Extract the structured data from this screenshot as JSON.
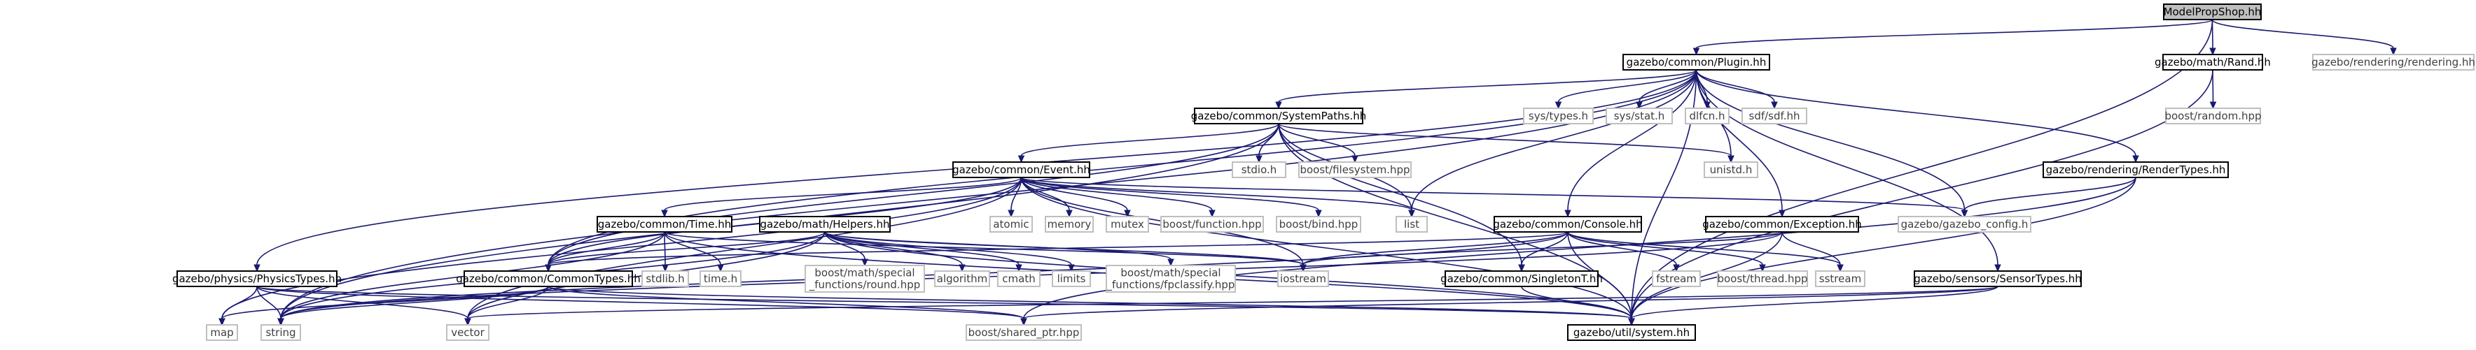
{
  "graph": {
    "title": "ModelPropShop.hh",
    "colors": {
      "edge": "#191970",
      "root_fill": "#bfbfbf",
      "local_border": "#000000",
      "system_border": "#bfbfbf",
      "local_text": "#000000",
      "system_text": "#404040"
    },
    "nodes": [
      {
        "id": "root",
        "label": "ModelPropShop.hh",
        "kind": "root"
      },
      {
        "id": "plugin",
        "label": "gazebo/common/Plugin.hh",
        "kind": "local"
      },
      {
        "id": "mathrand",
        "label": "gazebo/math/Rand.hh",
        "kind": "local"
      },
      {
        "id": "renderingh",
        "label": "gazebo/rendering/rendering.hh",
        "kind": "system"
      },
      {
        "id": "boostrandom",
        "label": "boost/random.hpp",
        "kind": "system"
      },
      {
        "id": "systempaths",
        "label": "gazebo/common/SystemPaths.hh",
        "kind": "local"
      },
      {
        "id": "systypes",
        "label": "sys/types.h",
        "kind": "system"
      },
      {
        "id": "sysstat",
        "label": "sys/stat.h",
        "kind": "system"
      },
      {
        "id": "dlfcn",
        "label": "dlfcn.h",
        "kind": "system"
      },
      {
        "id": "sdfh",
        "label": "sdf/sdf.hh",
        "kind": "system"
      },
      {
        "id": "listh",
        "label": "list",
        "kind": "system"
      },
      {
        "id": "stdioh",
        "label": "stdio.h",
        "kind": "system"
      },
      {
        "id": "boostfs",
        "label": "boost/filesystem.hpp",
        "kind": "system"
      },
      {
        "id": "unistd",
        "label": "unistd.h",
        "kind": "system"
      },
      {
        "id": "rendertypes",
        "label": "gazebo/rendering/RenderTypes.hh",
        "kind": "local"
      },
      {
        "id": "event",
        "label": "gazebo/common/Event.hh",
        "kind": "local"
      },
      {
        "id": "atomic",
        "label": "atomic",
        "kind": "system"
      },
      {
        "id": "memory",
        "label": "memory",
        "kind": "system"
      },
      {
        "id": "mutex",
        "label": "mutex",
        "kind": "system"
      },
      {
        "id": "boostfunc",
        "label": "boost/function.hpp",
        "kind": "system"
      },
      {
        "id": "boostbind",
        "label": "boost/bind.hpp",
        "kind": "system"
      },
      {
        "id": "gazeboconfig",
        "label": "gazebo/gazebo_config.h",
        "kind": "system"
      },
      {
        "id": "timehh",
        "label": "gazebo/common/Time.hh",
        "kind": "local"
      },
      {
        "id": "helpers",
        "label": "gazebo/math/Helpers.hh",
        "kind": "local"
      },
      {
        "id": "console",
        "label": "gazebo/common/Console.hh",
        "kind": "local"
      },
      {
        "id": "exception",
        "label": "gazebo/common/Exception.hh",
        "kind": "local"
      },
      {
        "id": "physicstypes",
        "label": "gazebo/physics/PhysicsTypes.hh",
        "kind": "local"
      },
      {
        "id": "commontypes",
        "label": "gazebo/common/CommonTypes.hh",
        "kind": "local"
      },
      {
        "id": "stdlib",
        "label": "stdlib.h",
        "kind": "system"
      },
      {
        "id": "timeh",
        "label": "time.h",
        "kind": "system"
      },
      {
        "id": "bmround",
        "label": [
          "boost/math/special",
          "_functions/round.hpp"
        ],
        "kind": "system"
      },
      {
        "id": "algorithm",
        "label": "algorithm",
        "kind": "system"
      },
      {
        "id": "cmath",
        "label": "cmath",
        "kind": "system"
      },
      {
        "id": "limits",
        "label": "limits",
        "kind": "system"
      },
      {
        "id": "bmfpc",
        "label": [
          "boost/math/special",
          "_functions/fpclassify.hpp"
        ],
        "kind": "system"
      },
      {
        "id": "iostream",
        "label": "iostream",
        "kind": "system"
      },
      {
        "id": "singleton",
        "label": "gazebo/common/SingletonT.hh",
        "kind": "local"
      },
      {
        "id": "fstream",
        "label": "fstream",
        "kind": "system"
      },
      {
        "id": "boostthread",
        "label": "boost/thread.hpp",
        "kind": "system"
      },
      {
        "id": "sstream",
        "label": "sstream",
        "kind": "system"
      },
      {
        "id": "sensortypes",
        "label": "gazebo/sensors/SensorTypes.hh",
        "kind": "local"
      },
      {
        "id": "map",
        "label": "map",
        "kind": "system"
      },
      {
        "id": "string",
        "label": "string",
        "kind": "system"
      },
      {
        "id": "vector",
        "label": "vector",
        "kind": "system"
      },
      {
        "id": "sharedptr",
        "label": "boost/shared_ptr.hpp",
        "kind": "system"
      },
      {
        "id": "utilsystem",
        "label": "gazebo/util/system.hh",
        "kind": "local"
      }
    ],
    "edges": [
      [
        "root",
        "plugin"
      ],
      [
        "root",
        "mathrand"
      ],
      [
        "root",
        "renderingh"
      ],
      [
        "root",
        "utilsystem"
      ],
      [
        "mathrand",
        "boostrandom"
      ],
      [
        "mathrand",
        "utilsystem"
      ],
      [
        "plugin",
        "systypes"
      ],
      [
        "plugin",
        "sysstat"
      ],
      [
        "plugin",
        "dlfcn"
      ],
      [
        "plugin",
        "sdfh"
      ],
      [
        "plugin",
        "listh"
      ],
      [
        "plugin",
        "unistd"
      ],
      [
        "plugin",
        "systempaths"
      ],
      [
        "plugin",
        "rendertypes"
      ],
      [
        "plugin",
        "gazeboconfig"
      ],
      [
        "plugin",
        "console"
      ],
      [
        "plugin",
        "exception"
      ],
      [
        "plugin",
        "physicstypes"
      ],
      [
        "plugin",
        "sensortypes"
      ],
      [
        "plugin",
        "commontypes"
      ],
      [
        "plugin",
        "string"
      ],
      [
        "plugin",
        "utilsystem"
      ],
      [
        "systempaths",
        "stdioh"
      ],
      [
        "systempaths",
        "boostfs"
      ],
      [
        "systempaths",
        "unistd"
      ],
      [
        "systempaths",
        "listh"
      ],
      [
        "systempaths",
        "event"
      ],
      [
        "systempaths",
        "singleton"
      ],
      [
        "systempaths",
        "commontypes"
      ],
      [
        "systempaths",
        "string"
      ],
      [
        "systempaths",
        "utilsystem"
      ],
      [
        "event",
        "atomic"
      ],
      [
        "event",
        "memory"
      ],
      [
        "event",
        "mutex"
      ],
      [
        "event",
        "boostfunc"
      ],
      [
        "event",
        "boostbind"
      ],
      [
        "event",
        "listh"
      ],
      [
        "event",
        "iostream"
      ],
      [
        "event",
        "gazeboconfig"
      ],
      [
        "event",
        "timehh"
      ],
      [
        "event",
        "commontypes"
      ],
      [
        "event",
        "map"
      ],
      [
        "event",
        "vector"
      ],
      [
        "event",
        "utilsystem"
      ],
      [
        "timehh",
        "stdlib"
      ],
      [
        "timehh",
        "timeh"
      ],
      [
        "timehh",
        "iostream"
      ],
      [
        "timehh",
        "string"
      ],
      [
        "timehh",
        "commontypes"
      ],
      [
        "timehh",
        "utilsystem"
      ],
      [
        "helpers",
        "bmround"
      ],
      [
        "helpers",
        "algorithm"
      ],
      [
        "helpers",
        "cmath"
      ],
      [
        "helpers",
        "limits"
      ],
      [
        "helpers",
        "bmfpc"
      ],
      [
        "helpers",
        "iostream"
      ],
      [
        "helpers",
        "string"
      ],
      [
        "helpers",
        "vector"
      ],
      [
        "helpers",
        "commontypes"
      ],
      [
        "helpers",
        "utilsystem"
      ],
      [
        "console",
        "iostream"
      ],
      [
        "console",
        "fstream"
      ],
      [
        "console",
        "string"
      ],
      [
        "console",
        "boostthread"
      ],
      [
        "console",
        "sstream"
      ],
      [
        "console",
        "singleton"
      ],
      [
        "console",
        "commontypes"
      ],
      [
        "console",
        "utilsystem"
      ],
      [
        "exception",
        "iostream"
      ],
      [
        "exception",
        "sstream"
      ],
      [
        "exception",
        "string"
      ],
      [
        "exception",
        "utilsystem"
      ],
      [
        "singleton",
        "utilsystem"
      ],
      [
        "rendertypes",
        "gazeboconfig"
      ],
      [
        "rendertypes",
        "sharedptr"
      ],
      [
        "rendertypes",
        "utilsystem"
      ],
      [
        "sensortypes",
        "vector"
      ],
      [
        "sensortypes",
        "sharedptr"
      ],
      [
        "sensortypes",
        "utilsystem"
      ],
      [
        "physicstypes",
        "map"
      ],
      [
        "physicstypes",
        "string"
      ],
      [
        "physicstypes",
        "vector"
      ],
      [
        "physicstypes",
        "sharedptr"
      ],
      [
        "physicstypes",
        "utilsystem"
      ],
      [
        "commontypes",
        "vector"
      ],
      [
        "commontypes",
        "string"
      ],
      [
        "commontypes",
        "map"
      ],
      [
        "commontypes",
        "sharedptr"
      ],
      [
        "commontypes",
        "utilsystem"
      ]
    ]
  }
}
